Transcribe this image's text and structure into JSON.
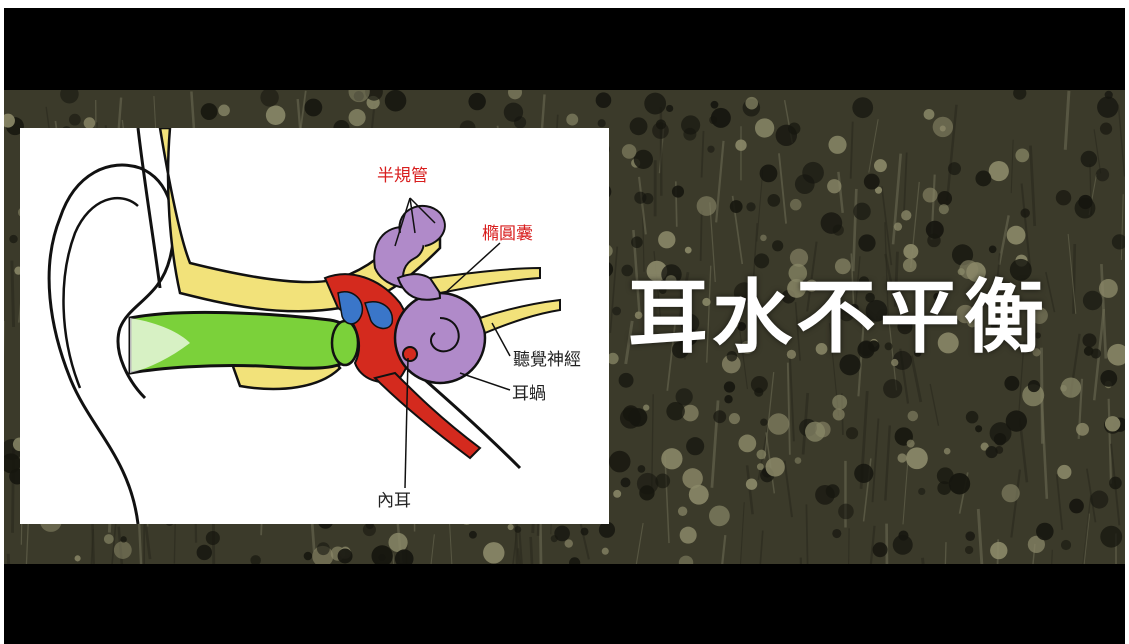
{
  "headline": "耳水不平衡",
  "diagram": {
    "labels": {
      "semicircular_canals": "半規管",
      "utricle": "橢圓囊",
      "auditory_nerve": "聽覺神經",
      "cochlea": "耳蝸",
      "inner_ear": "內耳"
    }
  },
  "colors": {
    "label_red": "#d81e1e",
    "ear_canal_green": "#7bd13a",
    "bone_yellow": "#f2e27a",
    "inner_ear_purple": "#b08ac9",
    "middle_ear_red": "#d42a1e",
    "ossicle_blue": "#3a76c9",
    "background_dark": "#3b3a2a"
  }
}
